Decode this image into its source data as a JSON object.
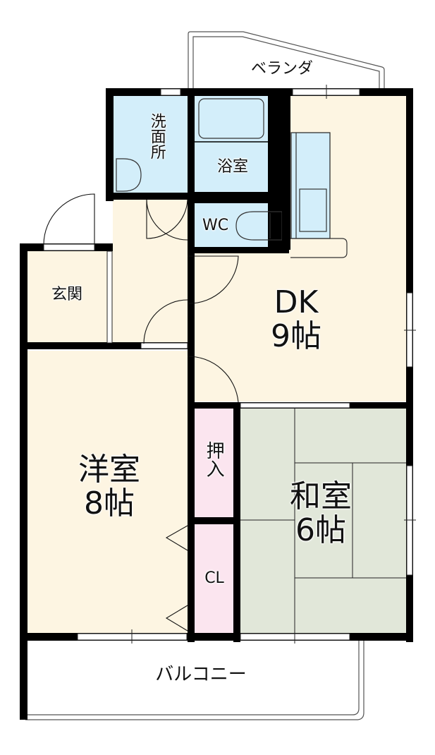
{
  "floor_plan": {
    "colors": {
      "wall": "#000000",
      "western_floor": "#fdf5e2",
      "wet_area": "#d3eefa",
      "tatami": "#e1e7d9",
      "storage": "#fbe5ef",
      "outdoor": "#ffffff"
    },
    "rooms": {
      "veranda": "ベランダ",
      "washroom": "洗面所",
      "bathroom": "浴室",
      "toilet": "WC",
      "entrance": "玄関",
      "dk": {
        "name": "DK",
        "size": "9帖"
      },
      "western_room": {
        "name": "洋室",
        "size": "8帖"
      },
      "closet_oshiire": "押入",
      "closet_cl": "CL",
      "japanese_room": {
        "name": "和室",
        "size": "6帖"
      },
      "balcony": "バルコニー"
    }
  }
}
